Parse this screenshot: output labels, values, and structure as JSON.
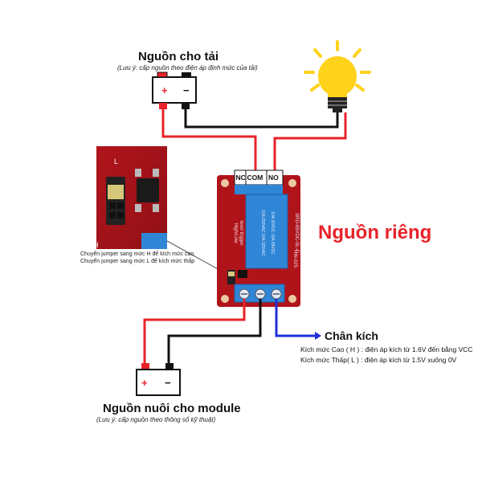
{
  "load_power": {
    "title": "Nguồn cho tải",
    "note": "(Lưu ý: cấp nguồn theo điện áp định mức của tải)",
    "plus": "+",
    "minus": "−"
  },
  "module_power": {
    "title": "Nguồn nuôi cho module",
    "note": "(Lưu ý: cấp nguồn theo thông số kỹ thuật)",
    "plus": "+",
    "minus": "−"
  },
  "separate_power": {
    "label": "Nguồn riêng",
    "color": "#e8232a"
  },
  "relay": {
    "pins": [
      "NC",
      "COM",
      "NO"
    ],
    "body_text": [
      "SRD-05VDC-SL-C",
      "10A 250VAC  10A 125VAC",
      "10A 30VDC  10A 28VDC"
    ],
    "model": "HW-025",
    "board_text": [
      "High/Low",
      "level trigger"
    ]
  },
  "jumper": {
    "H": "H",
    "L": "L",
    "note_h": "Chuyển jumper sang mức H để kích mức cao",
    "note_l": "Chuyển jumper sang mức L để kích mức thấp"
  },
  "trigger": {
    "title": "Chân kích",
    "high": "Kích mức Cao ( H ) : điện áp kích từ 1.6V đến bằng VCC",
    "low": "Kích mức Thấp( L ) : điện áp kích từ 1.5V xuống 0V"
  },
  "colors": {
    "wire_red": "#e8232a",
    "wire_black": "#111111",
    "wire_blue": "#1f2fd8",
    "board": "#b0141b",
    "relay_blue": "#2f86d6",
    "bulb": "#ffd21c"
  }
}
